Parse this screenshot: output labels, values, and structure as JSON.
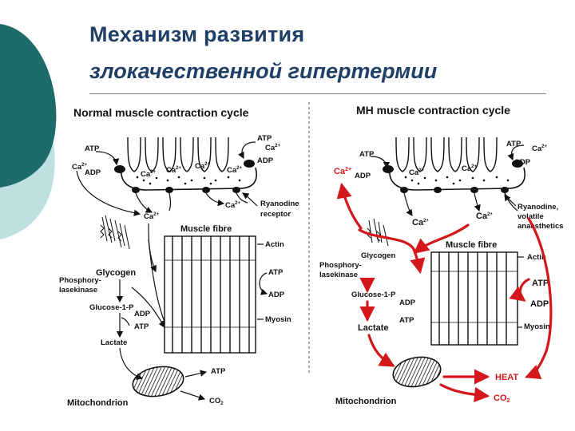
{
  "slide": {
    "title_line1": "Механизм развития",
    "title_line2": "злокачественной гипертермии",
    "accent_color": "#1e6b6b",
    "title_color": "#1f3f66"
  },
  "left_panel": {
    "heading": "Normal muscle contraction cycle",
    "labels": {
      "atp_top_right": "ATP",
      "ca_top_right": "Ca",
      "adp_top_right": "ADP",
      "atp_top_left": "ATP",
      "ca_left": "Ca",
      "adp_left": "ADP",
      "ca_sr1": "Ca",
      "ca_sr2": "Ca",
      "ca_sr3": "Ca",
      "ca_sr4": "Ca",
      "ca_below_right": "Ca",
      "ryanodine": "Ryanodine",
      "receptor": "receptor",
      "ca_release": "Ca",
      "muscle_fibre": "Muscle fibre",
      "actin": "Actin",
      "atp_fibre": "ATP",
      "adp_fibre": "ADP",
      "myosin": "Myosin",
      "glycogen": "Glycogen",
      "phosphorylase1": "Phosphory-",
      "phosphorylase2": "lasekinase",
      "glucose": "Glucose-1-P",
      "adp_glu": "ADP",
      "atp_glu": "ATP",
      "lactate": "Lactate",
      "atp_mito": "ATP",
      "mitochondrion": "Mitochondrion",
      "co2": "CO"
    }
  },
  "right_panel": {
    "heading": "MH muscle contraction cycle",
    "labels": {
      "atp_top_right": "ATP",
      "ca_top_right": "Ca",
      "adp_top_right": "ADP",
      "atp_top_left": "ATP",
      "ca_left": "Ca",
      "adp_left": "ADP",
      "ca_sr1": "Ca",
      "ca_sr2": "Ca",
      "ca_release1": "Ca",
      "ca_release2": "Ca",
      "ryanodine1": "Ryanodine,",
      "ryanodine2": "volatile",
      "ryanodine3": "anaesthetics",
      "glycogen": "Glycogen",
      "phosphorylase1": "Phosphory-",
      "phosphorylase2": "lasekinase",
      "glucose": "Glucose-1-P",
      "adp_glu": "ADP",
      "atp_glu": "ATP",
      "lactate": "Lactate",
      "muscle_fibre": "Muscle fibre",
      "actin": "Actin",
      "atp_fibre": "ATP",
      "adp_fibre": "ADP",
      "myosin": "Myosin",
      "mitochondrion": "Mitochondrion",
      "heat": "HEAT",
      "co2": "CO"
    }
  },
  "superscripts": {
    "ca": "2+",
    "co2_sub": "2"
  },
  "highlight_color": "#d4171a"
}
